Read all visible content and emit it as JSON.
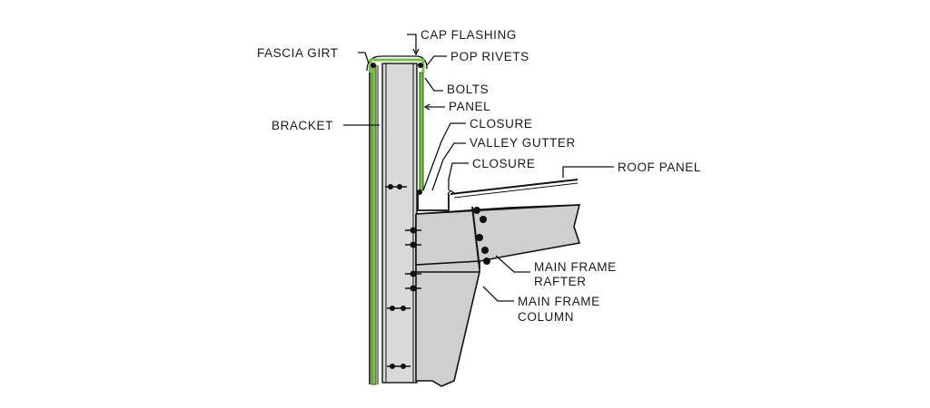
{
  "labels": {
    "cap_flashing": "CAP FLASHING",
    "fascia_girt": "FASCIA GIRT",
    "pop_rivets": "POP RIVETS",
    "bolts": "BOLTS",
    "panel": "PANEL",
    "bracket": "BRACKET",
    "closure_upper": "CLOSURE",
    "valley_gutter": "VALLEY GUTTER",
    "closure_lower": "CLOSURE",
    "roof_panel": "ROOF PANEL",
    "main_frame_rafter_1": "MAIN FRAME",
    "main_frame_rafter_2": "RAFTER",
    "main_frame_column_1": "MAIN FRAME",
    "main_frame_column_2": "COLUMN"
  },
  "colors": {
    "panel_green": "#7bbf4a",
    "steel_grey": "#cfcfcf",
    "line": "#111111"
  }
}
